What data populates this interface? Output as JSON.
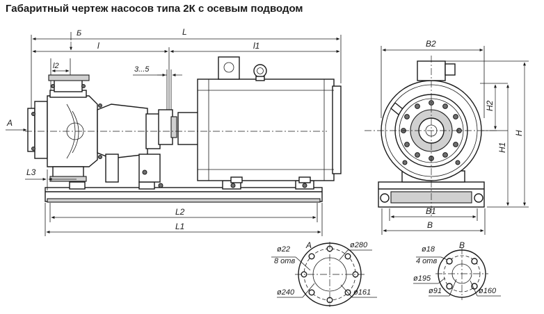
{
  "title": "Габаритный чертеж насосов типа 2К с осевым подводом",
  "side_view": {
    "dim_B_small": "Б",
    "dim_L": "L",
    "dim_l": "l",
    "dim_l1": "l1",
    "dim_l2": "l2",
    "dim_gap": "3...5",
    "inlet_arrow": "A",
    "dim_L3": "L3",
    "dim_L2": "L2",
    "dim_L1": "L1"
  },
  "end_view": {
    "dim_B2": "B2",
    "dim_H2": "H2",
    "dim_H1": "H1",
    "dim_H": "H",
    "dim_B1": "B1",
    "dim_B": "B"
  },
  "flange_A": {
    "label": "A",
    "hole_dia": "ø22",
    "hole_count": "8 отв",
    "outer_dia": "ø280",
    "bolt_circle": "ø240",
    "inner_dia": "ø161"
  },
  "flange_B": {
    "label": "B",
    "hole_dia": "ø18",
    "hole_count": "4 отв",
    "outer_dia": "ø195",
    "bolt_circle": "ø160",
    "inner_dia": "ø91"
  }
}
